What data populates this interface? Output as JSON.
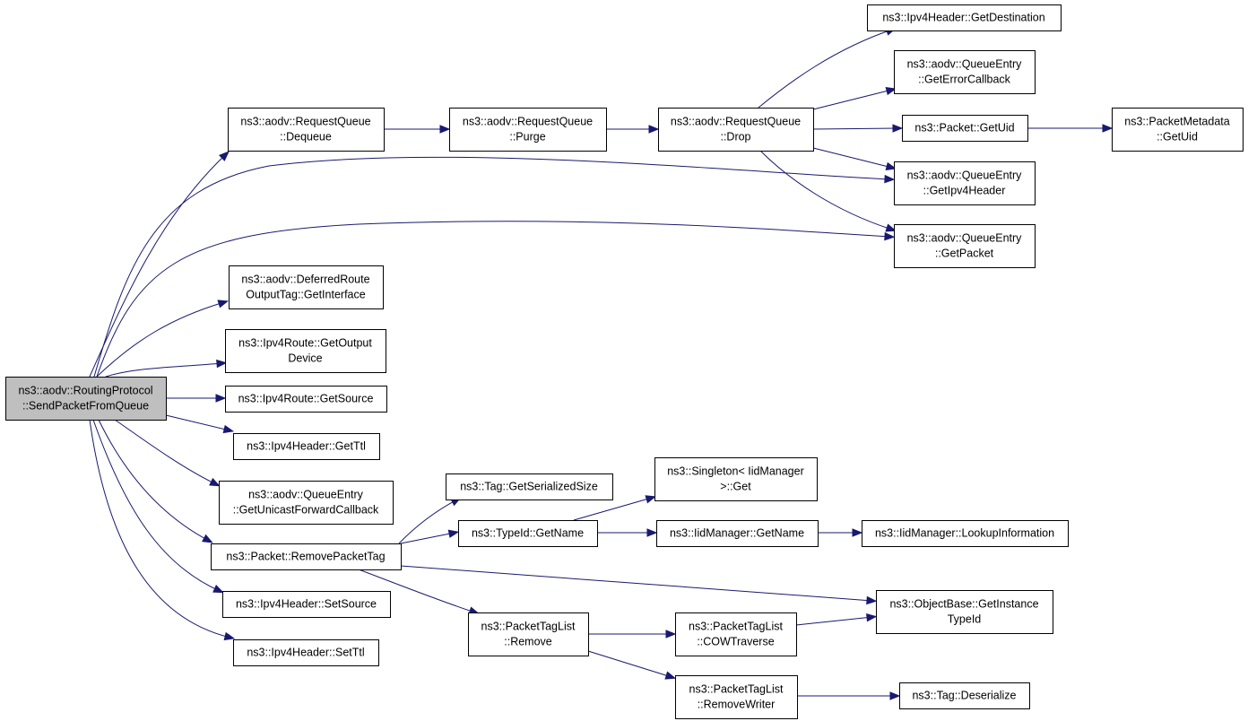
{
  "graph": {
    "nodes": {
      "root": [
        "ns3::aodv::RoutingProtocol",
        "::SendPacketFromQueue"
      ],
      "n1": [
        "ns3::aodv::RequestQueue",
        "::Dequeue"
      ],
      "n2": [
        "ns3::aodv::RequestQueue",
        "::Purge"
      ],
      "n3": [
        "ns3::aodv::RequestQueue",
        "::Drop"
      ],
      "n4": [
        "ns3::Ipv4Header::GetDestination"
      ],
      "n5": [
        "ns3::aodv::QueueEntry",
        "::GetErrorCallback"
      ],
      "n6": [
        "ns3::Packet::GetUid"
      ],
      "n7": [
        "ns3::PacketMetadata",
        "::GetUid"
      ],
      "n8": [
        "ns3::aodv::QueueEntry",
        "::GetIpv4Header"
      ],
      "n9": [
        "ns3::aodv::QueueEntry",
        "::GetPacket"
      ],
      "n10": [
        "ns3::aodv::DeferredRoute",
        "OutputTag::GetInterface"
      ],
      "n11": [
        "ns3::Ipv4Route::GetOutput",
        "Device"
      ],
      "n12": [
        "ns3::Ipv4Route::GetSource"
      ],
      "n13": [
        "ns3::Ipv4Header::GetTtl"
      ],
      "n14": [
        "ns3::aodv::QueueEntry",
        "::GetUnicastForwardCallback"
      ],
      "n15": [
        "ns3::Packet::RemovePacketTag"
      ],
      "n16": [
        "ns3::Ipv4Header::SetSource"
      ],
      "n17": [
        "ns3::Ipv4Header::SetTtl"
      ],
      "n18": [
        "ns3::Tag::GetSerializedSize"
      ],
      "n19": [
        "ns3::TypeId::GetName"
      ],
      "n20": [
        "ns3::Singleton< IidManager",
        ">::Get"
      ],
      "n21": [
        "ns3::IidManager::GetName"
      ],
      "n22": [
        "ns3::IidManager::LookupInformation"
      ],
      "n23": [
        "ns3::ObjectBase::GetInstance",
        "TypeId"
      ],
      "n24": [
        "ns3::PacketTagList",
        "::Remove"
      ],
      "n25": [
        "ns3::PacketTagList",
        "::COWTraverse"
      ],
      "n26": [
        "ns3::PacketTagList",
        "::RemoveWriter"
      ],
      "n27": [
        "ns3::Tag::Deserialize"
      ]
    }
  }
}
